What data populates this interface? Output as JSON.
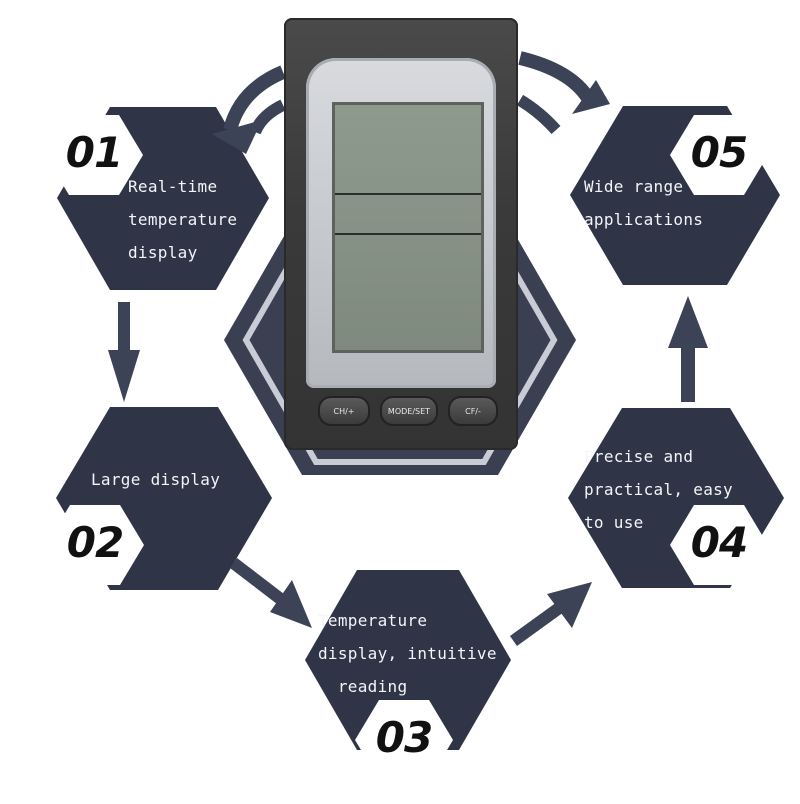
{
  "steps": [
    {
      "number": "01",
      "text": "Real-time\ntemperature\ndisplay"
    },
    {
      "number": "02",
      "text": "Large display"
    },
    {
      "number": "03",
      "text": "Temperature\ndisplay, intuitive\n  reading"
    },
    {
      "number": "04",
      "text": "Precise and\npractical, easy\nto use"
    },
    {
      "number": "05",
      "text": "Wide range\napplications"
    }
  ],
  "device": {
    "buttons": [
      "CH/+",
      "MODE/SET",
      "CF/-"
    ]
  },
  "colors": {
    "hexagon": "#2f3446",
    "hexagon_center": "#3a3f52",
    "hexagon_outline": "#c9ccd6",
    "arrow": "#3d4356",
    "badge": "#ffffff",
    "text": "#f4f5f8"
  }
}
